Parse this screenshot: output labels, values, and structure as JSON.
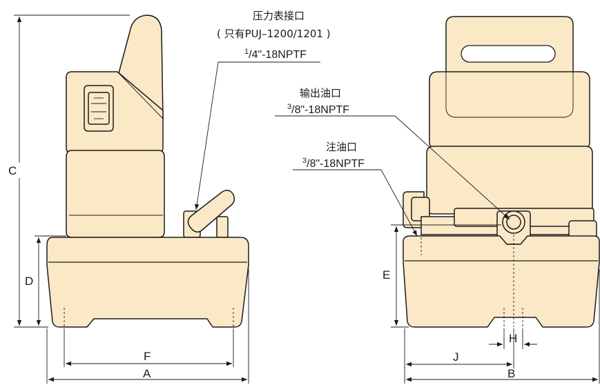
{
  "labels": {
    "pressure_port_title": "压力表接口",
    "pressure_port_note": "( 只有PUJ–1200/1201 )",
    "pressure_port_spec_num": "1",
    "pressure_port_spec_rest": "/4\"-18NPTF",
    "outlet_title": "输出油口",
    "outlet_spec_num": "3",
    "outlet_spec_rest": "/8\"-18NPTF",
    "fill_title": "注油口",
    "fill_spec_num": "3",
    "fill_spec_rest": "/8\"-18NPTF"
  },
  "dimensions": {
    "a": "A",
    "b": "B",
    "c": "C",
    "d": "D",
    "e": "E",
    "f": "F",
    "h": "H",
    "j": "J"
  },
  "colors": {
    "body": "#fbe8c6",
    "stroke": "#1a1a1a"
  }
}
